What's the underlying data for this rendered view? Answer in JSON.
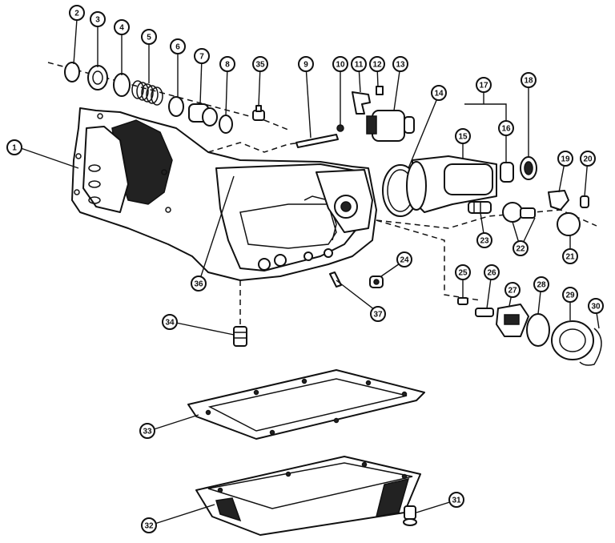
{
  "diagram": {
    "callouts": [
      {
        "id": "c1",
        "label": "1"
      },
      {
        "id": "c2",
        "label": "2"
      },
      {
        "id": "c3",
        "label": "3"
      },
      {
        "id": "c4",
        "label": "4"
      },
      {
        "id": "c5",
        "label": "5"
      },
      {
        "id": "c6",
        "label": "6"
      },
      {
        "id": "c7",
        "label": "7"
      },
      {
        "id": "c8",
        "label": "8"
      },
      {
        "id": "c9",
        "label": "9"
      },
      {
        "id": "c10",
        "label": "10"
      },
      {
        "id": "c11",
        "label": "11"
      },
      {
        "id": "c12",
        "label": "12"
      },
      {
        "id": "c13",
        "label": "13"
      },
      {
        "id": "c14",
        "label": "14"
      },
      {
        "id": "c15",
        "label": "15"
      },
      {
        "id": "c16",
        "label": "16"
      },
      {
        "id": "c17",
        "label": "17"
      },
      {
        "id": "c18",
        "label": "18"
      },
      {
        "id": "c19",
        "label": "19"
      },
      {
        "id": "c20",
        "label": "20"
      },
      {
        "id": "c21",
        "label": "21"
      },
      {
        "id": "c22",
        "label": "22"
      },
      {
        "id": "c23",
        "label": "23"
      },
      {
        "id": "c24",
        "label": "24"
      },
      {
        "id": "c25",
        "label": "25"
      },
      {
        "id": "c26",
        "label": "26"
      },
      {
        "id": "c27",
        "label": "27"
      },
      {
        "id": "c28",
        "label": "28"
      },
      {
        "id": "c29",
        "label": "29"
      },
      {
        "id": "c30",
        "label": "30"
      },
      {
        "id": "c31",
        "label": "31"
      },
      {
        "id": "c32",
        "label": "32"
      },
      {
        "id": "c33",
        "label": "33"
      },
      {
        "id": "c34",
        "label": "34"
      },
      {
        "id": "c35",
        "label": "35"
      },
      {
        "id": "c36",
        "label": "36"
      },
      {
        "id": "c37",
        "label": "37"
      }
    ]
  }
}
